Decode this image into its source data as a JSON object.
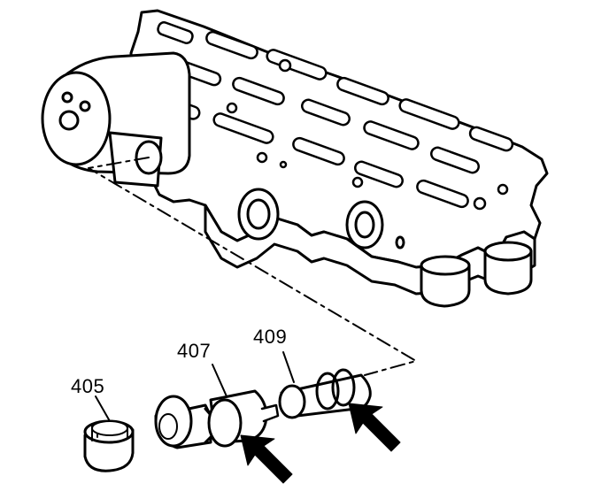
{
  "callouts": {
    "part_405": "405",
    "part_407": "407",
    "part_409": "409"
  },
  "icons": {
    "arrow_1": "arrow-pointing-up-left",
    "arrow_2": "arrow-pointing-up-left"
  },
  "colors": {
    "line": "#000000",
    "fill": "#ffffff"
  }
}
